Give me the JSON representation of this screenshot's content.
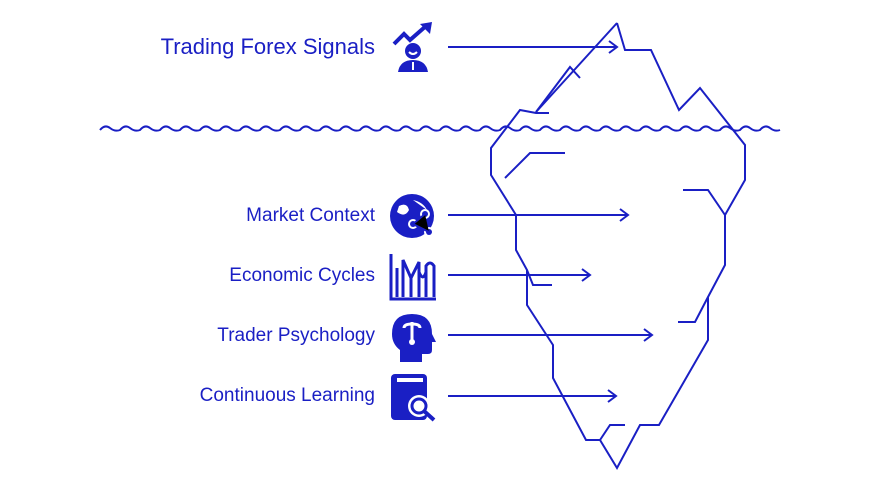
{
  "title_item": {
    "label": "Trading Forex Signals",
    "icon": "trader-growth-icon"
  },
  "items": [
    {
      "label": "Market Context",
      "icon": "globe-share-icon"
    },
    {
      "label": "Economic Cycles",
      "icon": "chart-cycles-icon"
    },
    {
      "label": "Trader Psychology",
      "icon": "head-mind-icon"
    },
    {
      "label": "Continuous Learning",
      "icon": "book-search-icon"
    }
  ],
  "colors": {
    "primary": "#1a1fc4"
  }
}
